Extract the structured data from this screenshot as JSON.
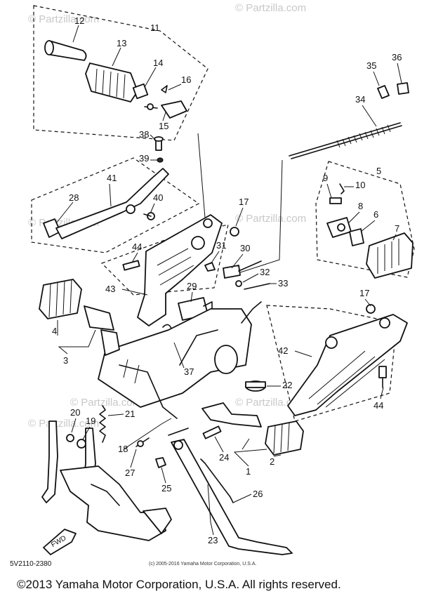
{
  "watermarks": [
    "© Partzilla.com",
    "© Partzilla.com",
    "© Partzilla.com",
    "© Partzilla.com",
    "© Partzilla.com",
    "© Partzilla.com",
    "© Partzilla.com"
  ],
  "labels": [
    "12",
    "11",
    "13",
    "14",
    "16",
    "15",
    "38",
    "39",
    "41",
    "40",
    "28",
    "35",
    "36",
    "34",
    "5",
    "9",
    "10",
    "8",
    "6",
    "7",
    "17",
    "44",
    "31",
    "30",
    "32",
    "33",
    "43",
    "29",
    "4",
    "3",
    "37",
    "17",
    "42",
    "22",
    "44",
    "20",
    "19",
    "21",
    "18",
    "27",
    "25",
    "24",
    "1",
    "2",
    "26",
    "23"
  ],
  "diagram_code": "5V2110-2380",
  "fwd_label": "FWD",
  "image_copyright": "(c) 2005-2016 Yamaha Motor Corporation, U.S.A.",
  "footer_copyright": "©2013 Yamaha Motor Corporation, U.S.A. All rights reserved."
}
